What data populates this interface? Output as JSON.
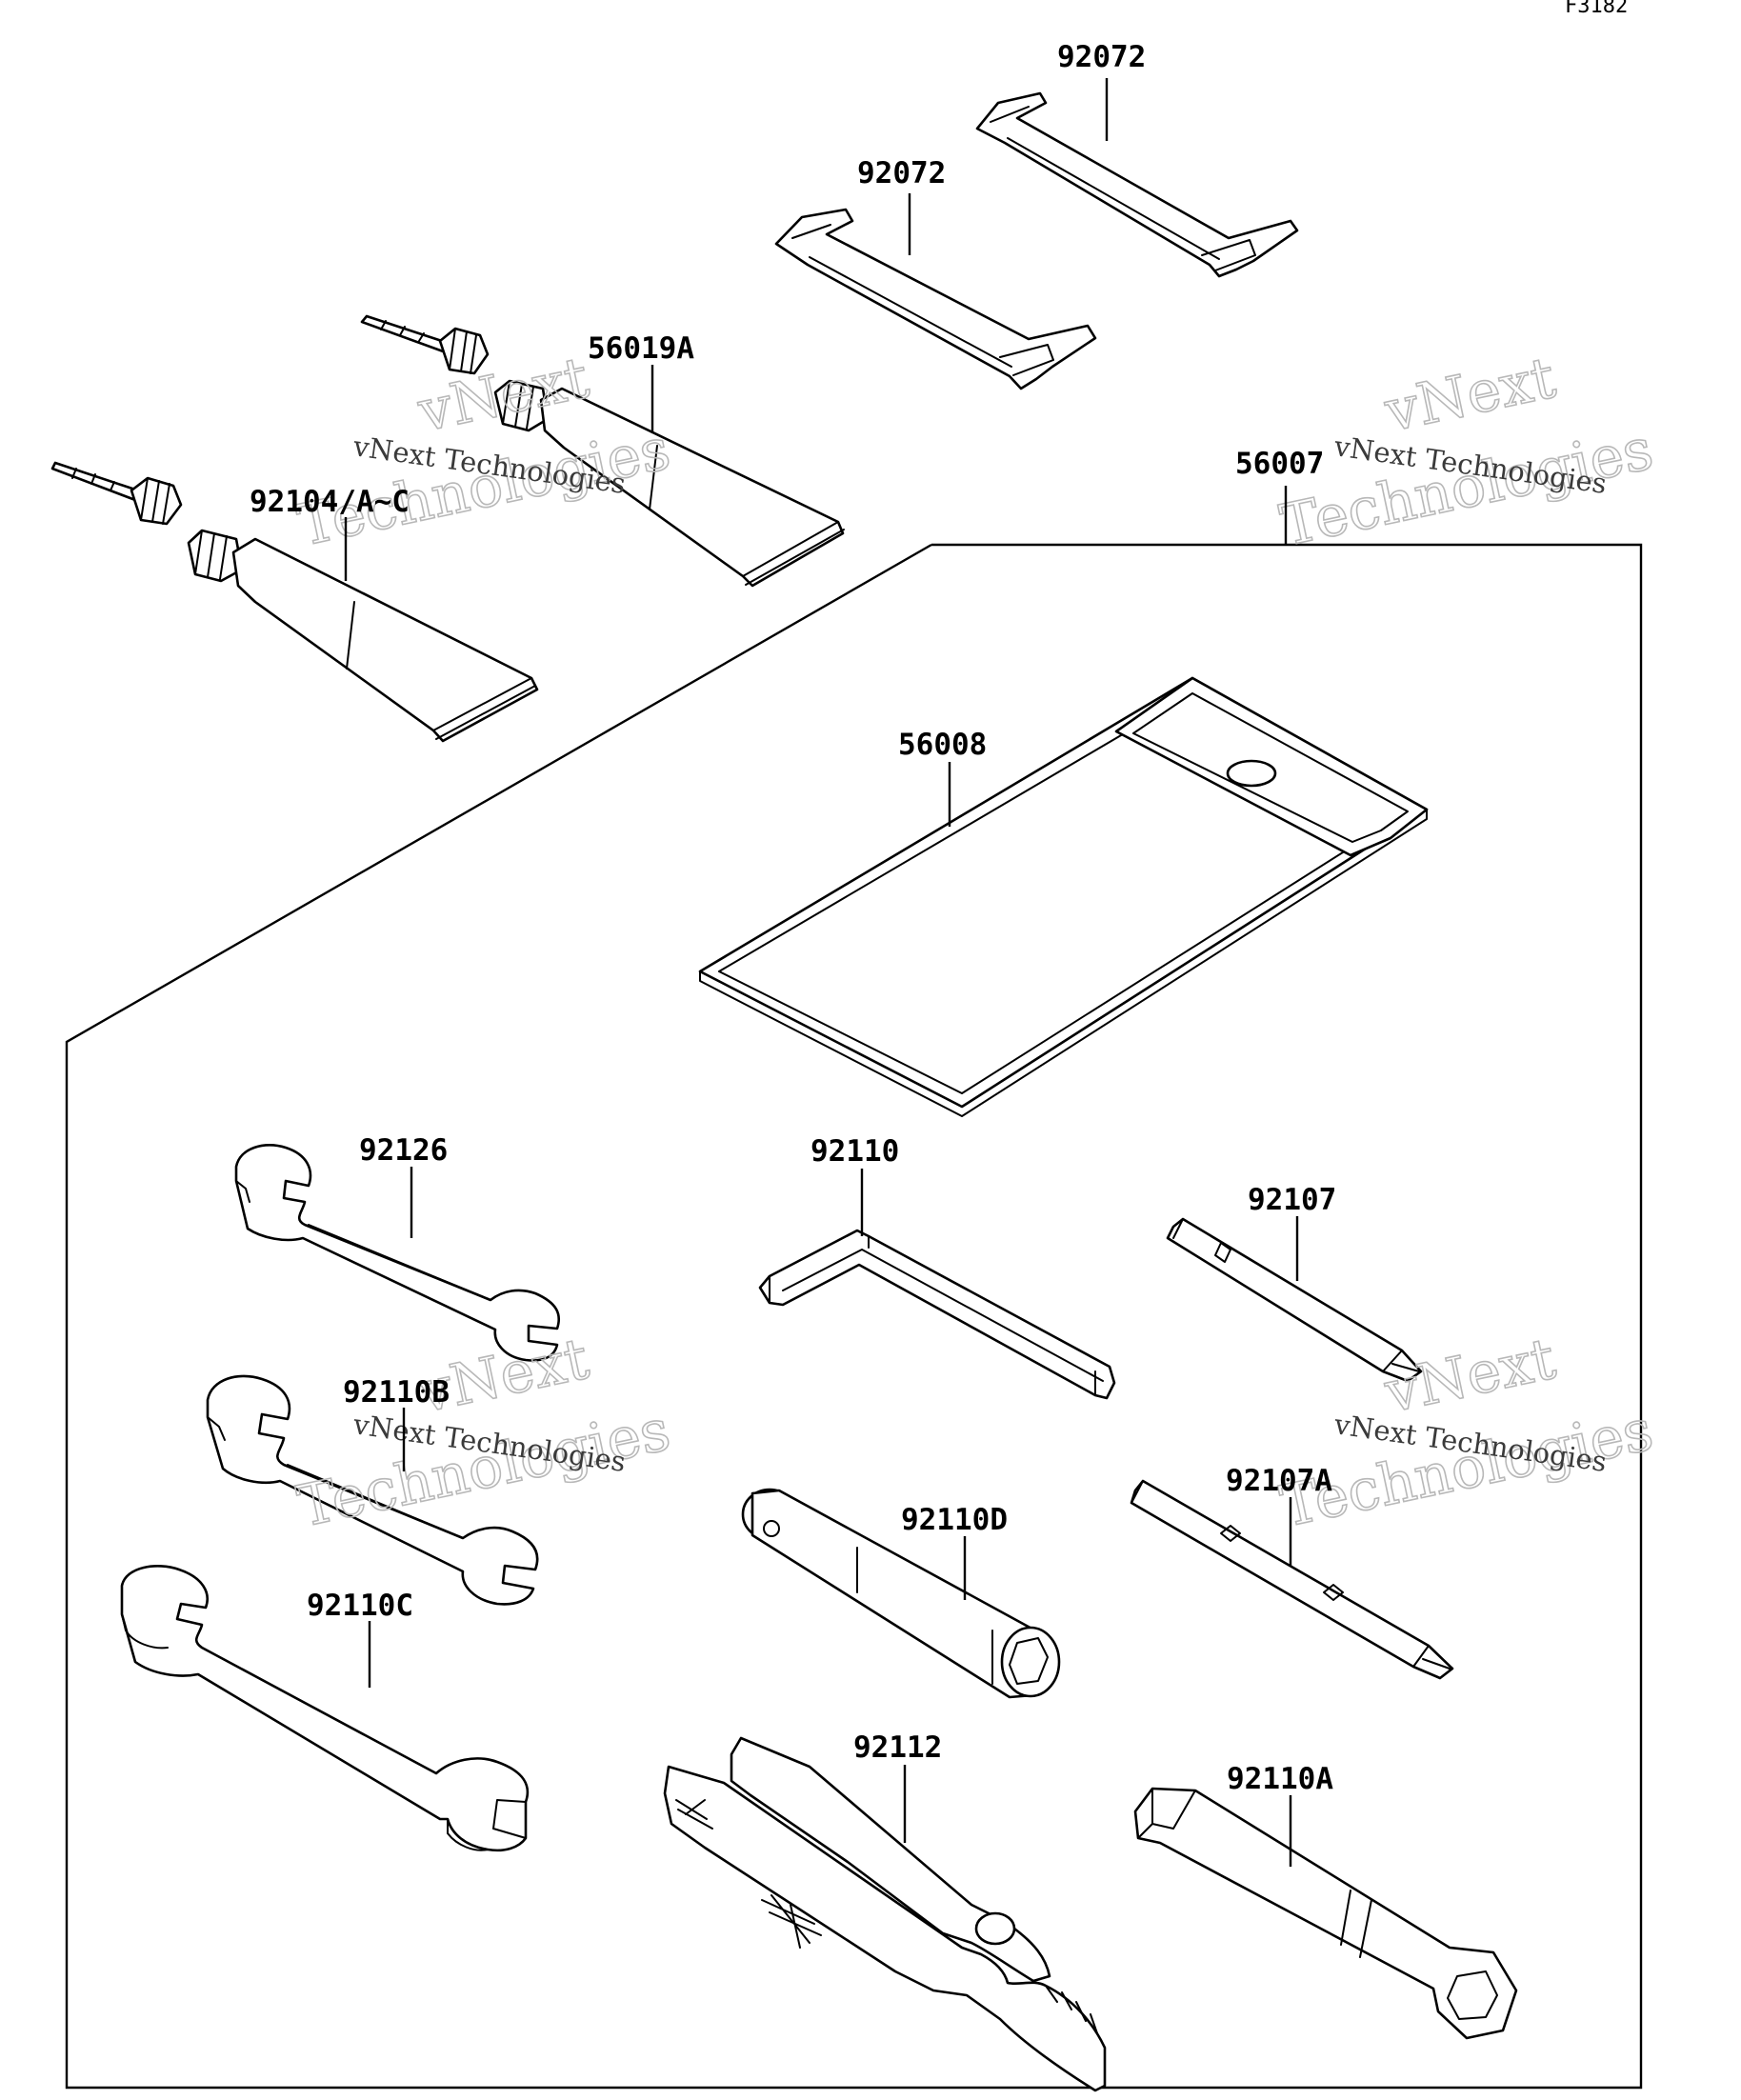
{
  "diagram": {
    "code": "F3182",
    "callouts": [
      "92072",
      "92072",
      "56019A",
      "92104/A~C",
      "56007",
      "56008",
      "92126",
      "92110",
      "92107",
      "92110B",
      "92107A",
      "92110D",
      "92110C",
      "92112",
      "92110A"
    ]
  },
  "watermark": {
    "line1": "vNext",
    "line2": "Technologies",
    "line3": "vNext Technologies"
  },
  "colors": {
    "lines": "#000000",
    "background": "#ffffff",
    "watermark": "#b8b8b8"
  }
}
